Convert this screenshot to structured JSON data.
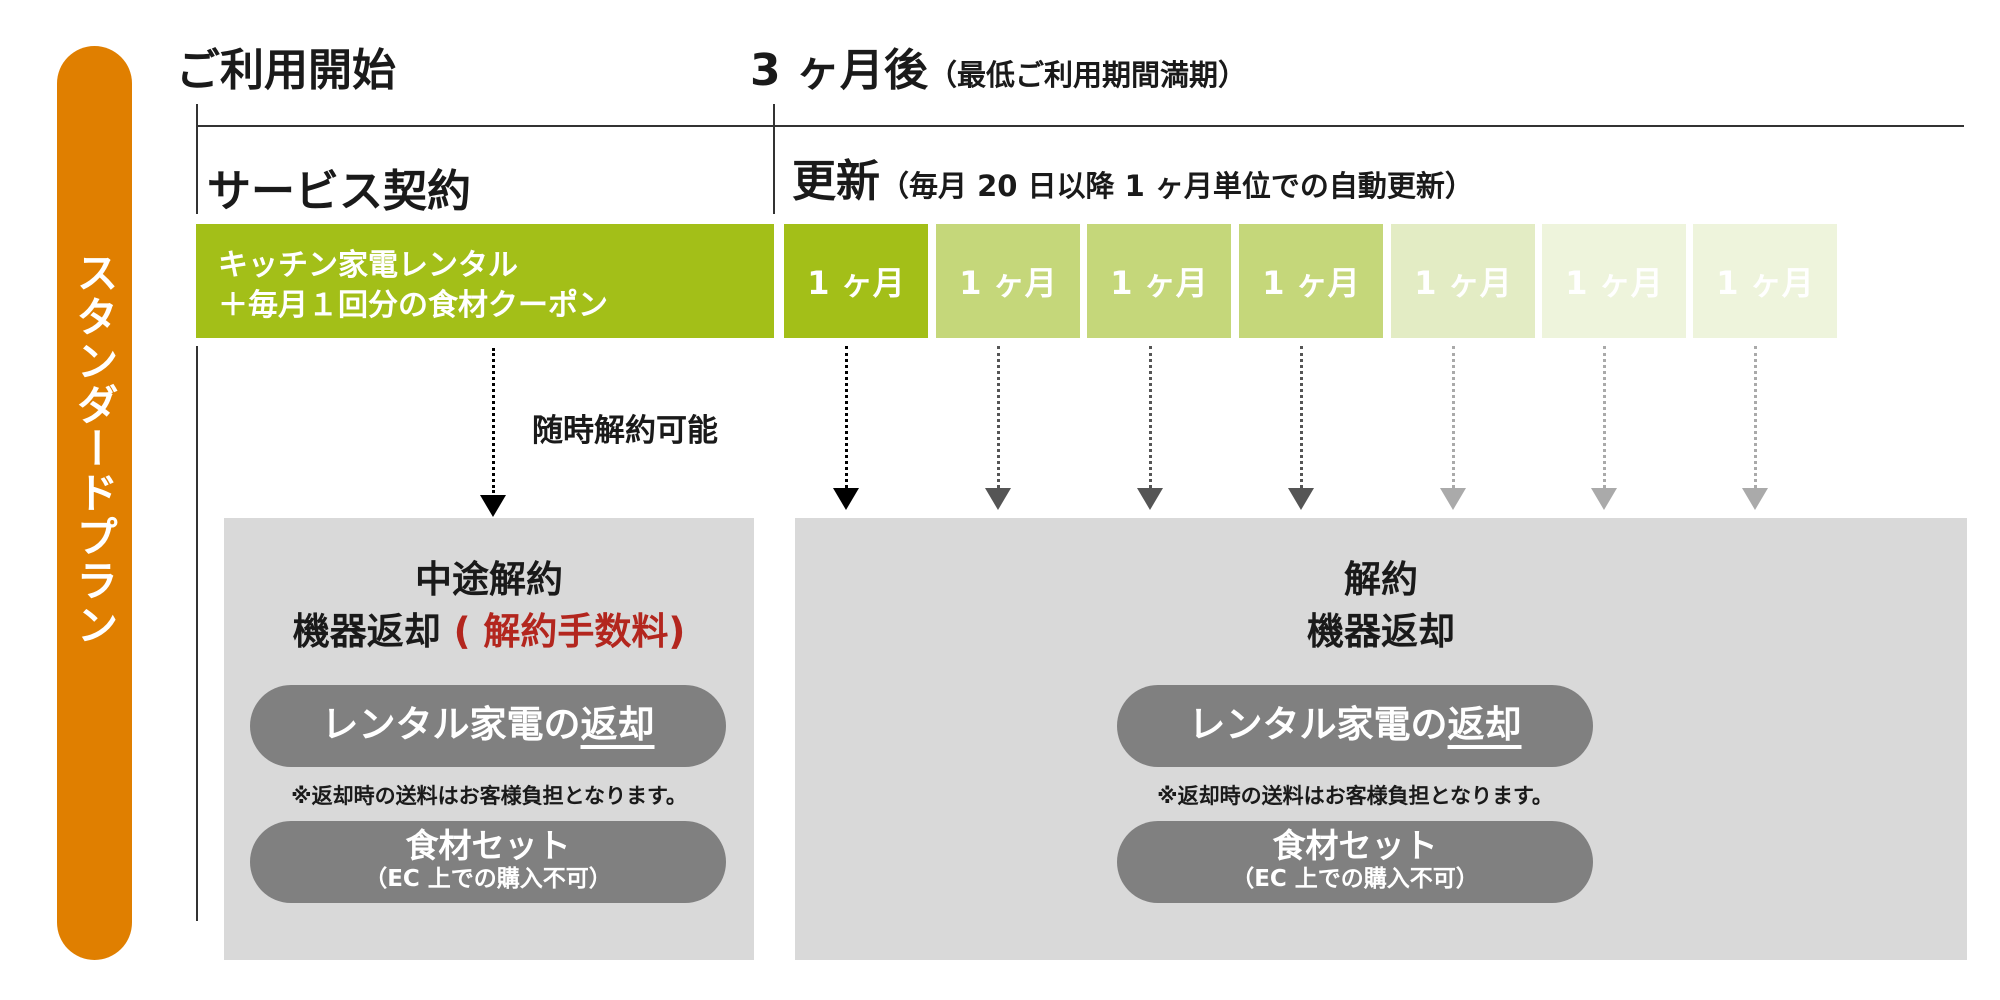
{
  "plan": {
    "name": "スタンダードプラン",
    "color": "#e07f00"
  },
  "timeline": {
    "start_label": "ご利用開始",
    "three_months_main": "3 ヶ月後",
    "three_months_note": "（最低ご利用期間満期）"
  },
  "contract": {
    "heading": "サービス契約",
    "line1": "キッチン家電レンタル",
    "line2": "＋毎月１回分の食材クーポン",
    "color": "#a3bf18"
  },
  "renewal": {
    "heading": "更新",
    "note": "（毎月 20 日以降 1 ヶ月単位での自動更新）",
    "months": [
      "1 ヶ月",
      "1 ヶ月",
      "1 ヶ月",
      "1 ヶ月",
      "1 ヶ月",
      "1 ヶ月",
      "1 ヶ月"
    ],
    "colors": [
      "#a3bf18",
      "#c5d77a",
      "#c5d77a",
      "#c5d77a",
      "#e3ecc4",
      "#eef4dc",
      "#eef4dc"
    ]
  },
  "anytime_cancel": "随時解約可能",
  "early_panel": {
    "title_line1": "中途解約",
    "title_line2": "機器返却",
    "fee": "( 解約手数料)",
    "return_button_a": "レンタル家電の",
    "return_button_b": "返却",
    "shipping_note": "※返却時の送料はお客様負担となります。",
    "food_button_l1": "食材セット",
    "food_button_l2": "（EC 上での購入不可）"
  },
  "regular_panel": {
    "title_line1": "解約",
    "title_line2": "機器返却",
    "return_button_a": "レンタル家電の",
    "return_button_b": "返却",
    "shipping_note": "※返却時の送料はお客様負担となります。",
    "food_button_l1": "食材セット",
    "food_button_l2": "（EC 上での購入不可）"
  }
}
